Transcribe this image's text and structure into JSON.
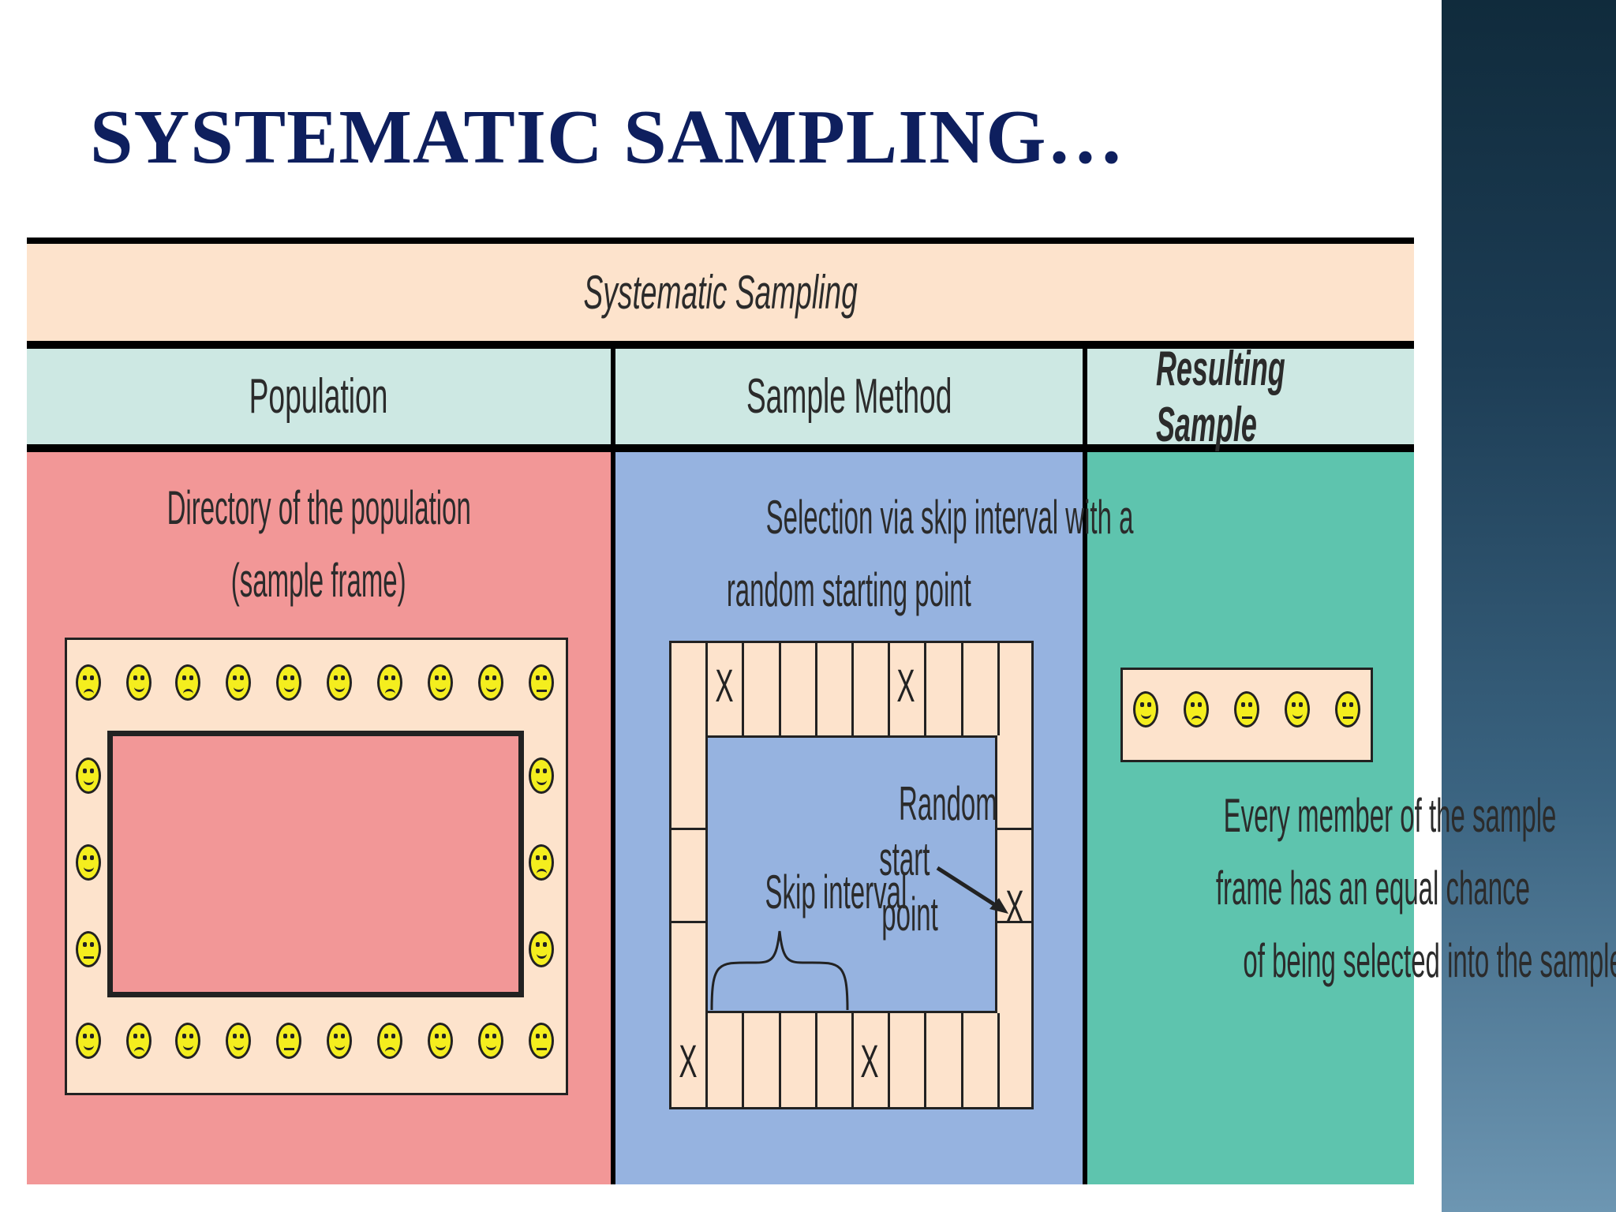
{
  "slide": {
    "title": "SYSTEMATIC SAMPLING…"
  },
  "figure": {
    "title": "Systematic Sampling",
    "columns": [
      {
        "header": "Population",
        "note_lines": [
          "Directory of the population",
          "(sample frame)"
        ]
      },
      {
        "header": "Sample Method",
        "note_lines": [
          "Selection via skip interval with a",
          "random starting point"
        ]
      },
      {
        "header": "Resulting Sample",
        "note_lines": [
          "Every member of the sample",
          "frame has an equal chance",
          "of being selected into the sample"
        ]
      }
    ],
    "method_labels": {
      "skip_interval": "Skip interval",
      "random_start_lines": [
        "Random",
        "start",
        "point"
      ],
      "x_mark": "X"
    },
    "population_faces": {
      "top": [
        "frown",
        "smile",
        "frown",
        "smile",
        "smile",
        "smile",
        "frown",
        "smile",
        "smile",
        "flat"
      ],
      "left": [
        "smile",
        "smile",
        "flat"
      ],
      "right": [
        "smile",
        "frown",
        "smile"
      ],
      "bottom": [
        "smile",
        "frown",
        "smile",
        "smile",
        "flat",
        "smile",
        "frown",
        "smile",
        "smile",
        "flat"
      ]
    },
    "sample_faces": [
      "smile",
      "frown",
      "flat",
      "smile",
      "flat"
    ],
    "colors": {
      "title_band": "#fde3cc",
      "header_band": "#cde8e3",
      "population": "#f29797",
      "method": "#96b3e0",
      "result": "#5ec4ae",
      "face": "#f4ee1e",
      "slide_title": "#0e1f5e"
    }
  }
}
